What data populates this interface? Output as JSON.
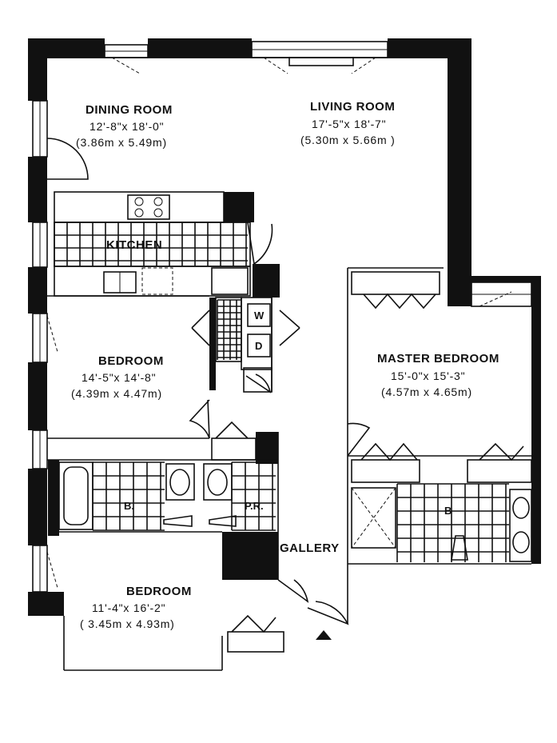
{
  "rooms": {
    "dining": {
      "name": "DINING ROOM",
      "dim_imperial": "12'-8\"x 18'-0\"",
      "dim_metric": "(3.86m x 5.49m)"
    },
    "living": {
      "name": "LIVING ROOM",
      "dim_imperial": "17'-5\"x 18'-7\"",
      "dim_metric": "(5.30m x 5.66m )"
    },
    "kitchen": {
      "name": "KITCHEN"
    },
    "bedroom1": {
      "name": "BEDROOM",
      "dim_imperial": "14'-5\"x 14'-8\"",
      "dim_metric": "(4.39m x 4.47m)"
    },
    "master": {
      "name": "MASTER BEDROOM",
      "dim_imperial": "15'-0\"x 15'-3\"",
      "dim_metric": "(4.57m x 4.65m)"
    },
    "bedroom2": {
      "name": "BEDROOM",
      "dim_imperial": "11'-4\"x 16'-2\"",
      "dim_metric": "( 3.45m x 4.93m)"
    },
    "gallery": {
      "name": "GALLERY"
    },
    "bath1": {
      "name": "B."
    },
    "powder": {
      "name": "P.R."
    },
    "bath2": {
      "name": "B"
    }
  },
  "appliances": {
    "washer": "W",
    "dryer": "D"
  }
}
